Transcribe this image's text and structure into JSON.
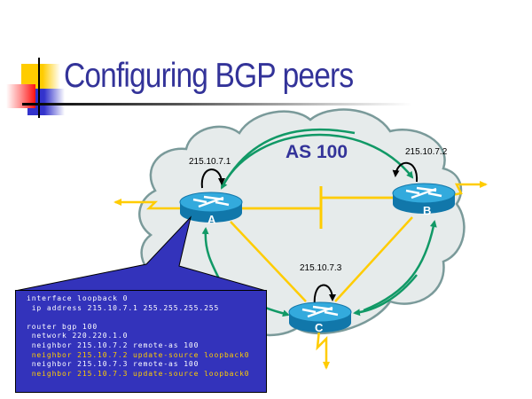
{
  "slide": {
    "title": "Configuring BGP peers"
  },
  "diagram": {
    "as_label": "AS 100",
    "routers": [
      {
        "id": "A",
        "label": "A",
        "loopback": "215.10.7.1"
      },
      {
        "id": "B",
        "label": "B",
        "loopback": "215.10.7.2"
      },
      {
        "id": "C",
        "label": "C",
        "loopback": "215.10.7.3"
      }
    ],
    "colors": {
      "cloud_fill": "#e6ebeb",
      "cloud_stroke": "#7a9a9a",
      "link": "#ffcc00",
      "ibgp_arrow": "#119966",
      "router_top": "#33aadd",
      "router_side": "#1177aa",
      "callout": "#3333bb",
      "title": "#333399"
    }
  },
  "config": {
    "lines": [
      {
        "text": "interface loopback 0",
        "highlight": false
      },
      {
        "text": " ip address 215.10.7.1 255.255.255.255",
        "highlight": false
      },
      {
        "text": "",
        "highlight": false
      },
      {
        "text": "router bgp 100",
        "highlight": false
      },
      {
        "text": " network 220.220.1.0",
        "highlight": false
      },
      {
        "text": " neighbor 215.10.7.2 remote-as 100",
        "highlight": false
      },
      {
        "text": " neighbor 215.10.7.2 update-source loopback0",
        "highlight": true
      },
      {
        "text": " neighbor 215.10.7.3 remote-as 100",
        "highlight": false
      },
      {
        "text": " neighbor 215.10.7.3 update-source loopback0",
        "highlight": true
      }
    ]
  }
}
